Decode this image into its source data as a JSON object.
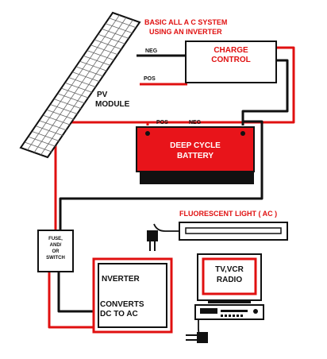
{
  "title": {
    "line1": "BASIC ALL A C SYSTEM",
    "line2": "USING AN INVERTER"
  },
  "pv_module": {
    "label_line1": "PV",
    "label_line2": "MODULE",
    "neg_label": "NEG",
    "pos_label": "POS"
  },
  "charge_control": {
    "line1": "CHARGE",
    "line2": "CONTROL"
  },
  "battery": {
    "pos_label": "POS",
    "neg_label": "NEG",
    "line1": "DEEP CYCLE",
    "line2": "BATTERY"
  },
  "fuse": {
    "line1": "FUSE,",
    "line2": "AND/",
    "line3": "OR",
    "line4": "SWITCH"
  },
  "inverter": {
    "line1": "NVERTER",
    "line2": "CONVERTS",
    "line3": "DC TO AC"
  },
  "light": {
    "label": "FLUORESCENT LIGHT ( AC )"
  },
  "tv": {
    "line1": "TV,VCR",
    "line2": "RADIO"
  },
  "colors": {
    "wire_red": "#e01010",
    "wire_black": "#111111",
    "battery_red": "#e8141a",
    "title_red": "#e01010"
  }
}
